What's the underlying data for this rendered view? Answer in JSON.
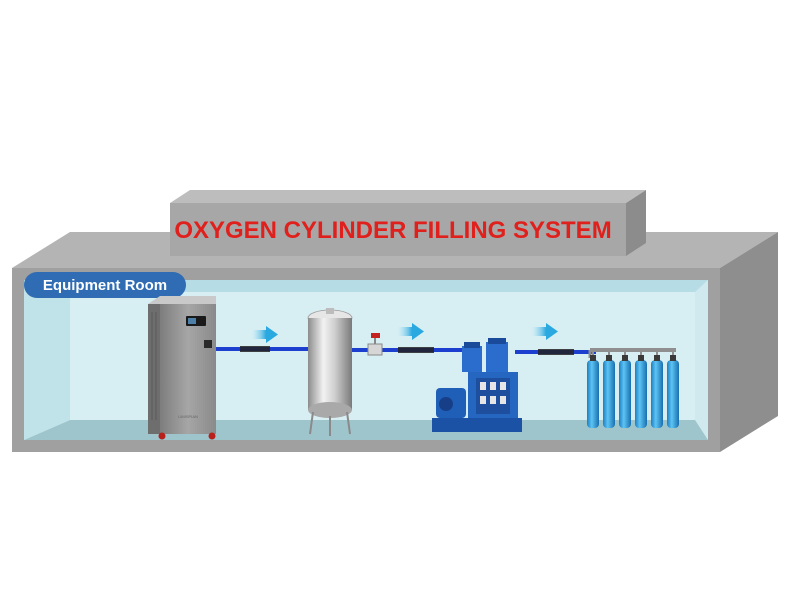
{
  "diagram": {
    "title": "OXYGEN CYLINDER FILLING  SYSTEM",
    "room_label": "Equipment Room",
    "generator_brand": "LIMISPIAN",
    "flow": [
      "oxygen-generator",
      "buffer-tank",
      "oxygen-booster-compressor",
      "oxygen-cylinder-bank"
    ],
    "cylinder_count": 6
  },
  "colors": {
    "title_red": "#e0201c",
    "badge_blue": "#2f6cb4",
    "pipe_blue": "#1c3fd0",
    "cylinder_blue": "#35a8e6",
    "compressor_blue": "#1f5fb8",
    "room_wall_gray": "#9a9a9a",
    "room_interior": "#cfe9ee"
  }
}
